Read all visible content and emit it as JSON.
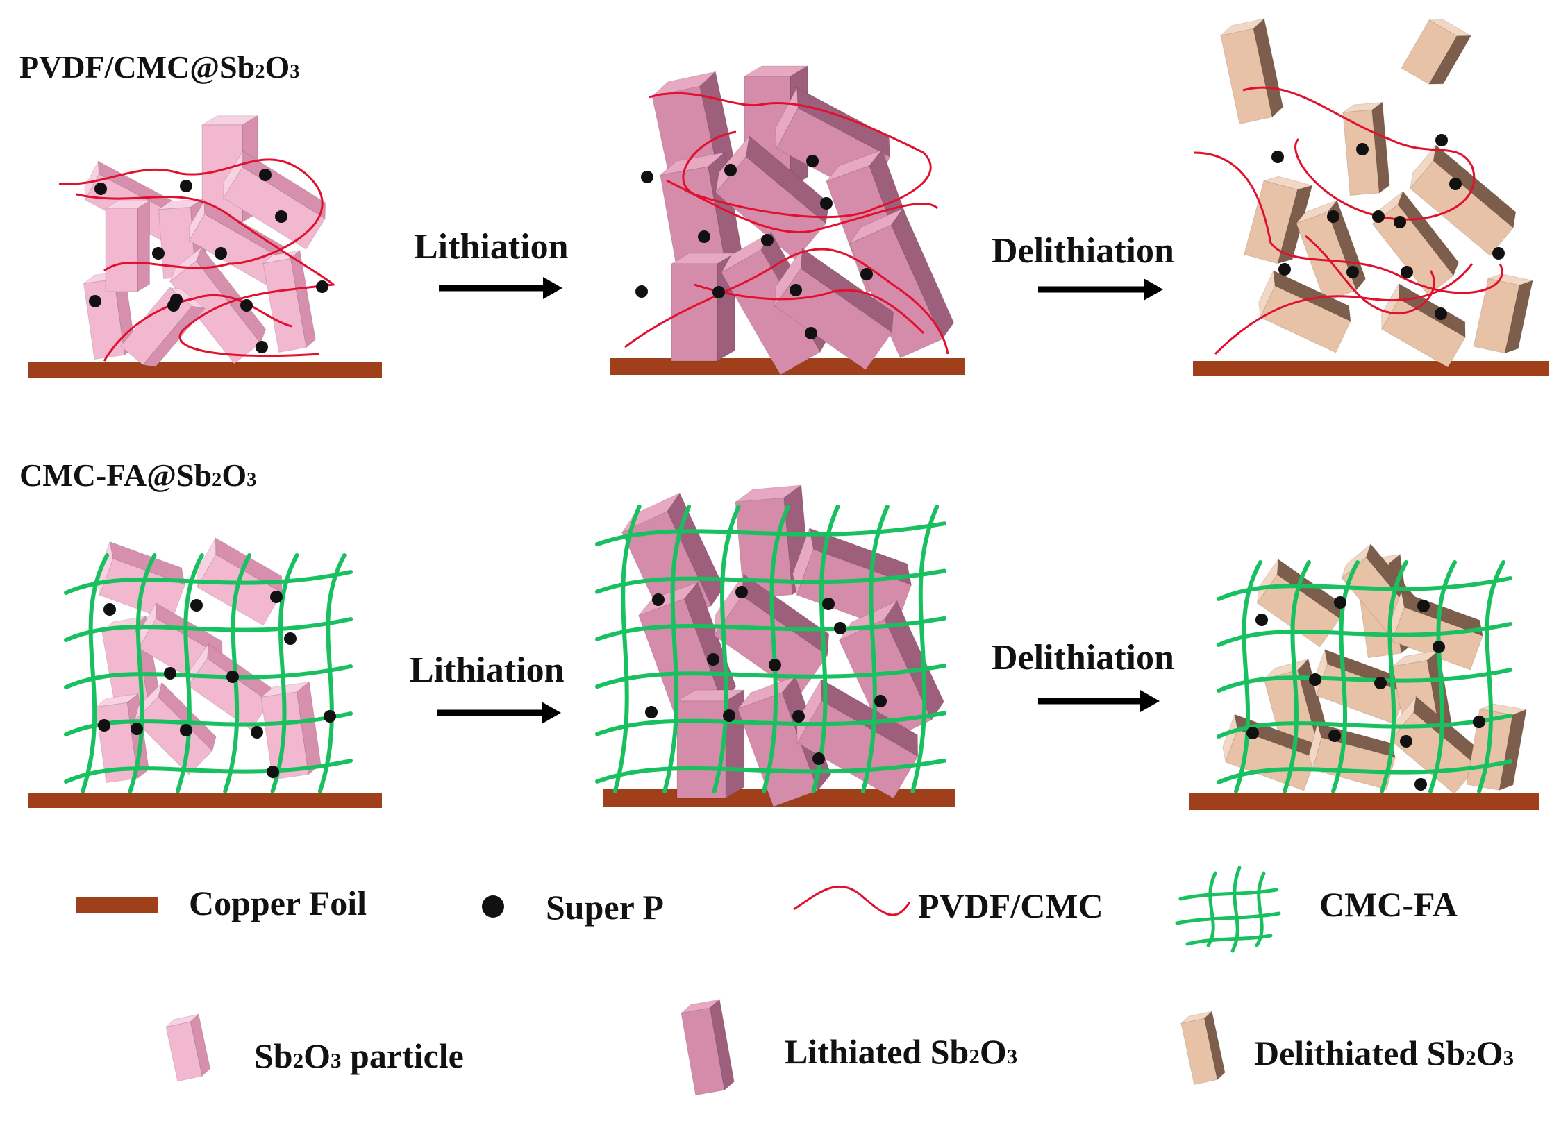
{
  "rows": [
    {
      "title_pre": "PVDF/CMC@Sb",
      "title_sub1": "2",
      "title_mid": "O",
      "title_sub2": "3",
      "steps": [
        "Lithiation",
        "Delithiation"
      ],
      "binder": "PVDF/CMC"
    },
    {
      "title_pre": "CMC-FA@Sb",
      "title_sub1": "2",
      "title_mid": "O",
      "title_sub2": "3",
      "steps": [
        "Lithiation",
        "Delithiation"
      ],
      "binder": "CMC-FA"
    }
  ],
  "legend": {
    "copper_foil": "Copper Foil",
    "super_p": "Super P",
    "pvdf_cmc": "PVDF/CMC",
    "cmc_fa": "CMC-FA",
    "particle_pre": "Sb",
    "particle_sub1": "2",
    "particle_mid": "O",
    "particle_sub2": "3",
    "particle_post": " particle",
    "lithiated_pre": "Lithiated Sb",
    "lithiated_sub1": "2",
    "lithiated_mid": "O",
    "lithiated_sub2": "3",
    "delithiated_pre": "Delithiated Sb",
    "delithiated_sub1": "2",
    "delithiated_mid": "O",
    "delithiated_sub2": "3"
  },
  "colors": {
    "copper": "#A0401A",
    "particle_face": "#F2B8D0",
    "particle_side": "#D690AE",
    "particle_top": "#F8D2E2",
    "lithiated_face": "#D58CAA",
    "lithiated_side": "#9E5F7C",
    "lithiated_top": "#E7A9C2",
    "delithiated_face": "#E8C2A6",
    "delithiated_side": "#7D5E4C",
    "delithiated_top": "#F2D8C4",
    "pvdf_line": "#E0102E",
    "cmc_fa_line": "#18C060",
    "super_p": "#111111",
    "arrow": "#000000"
  }
}
